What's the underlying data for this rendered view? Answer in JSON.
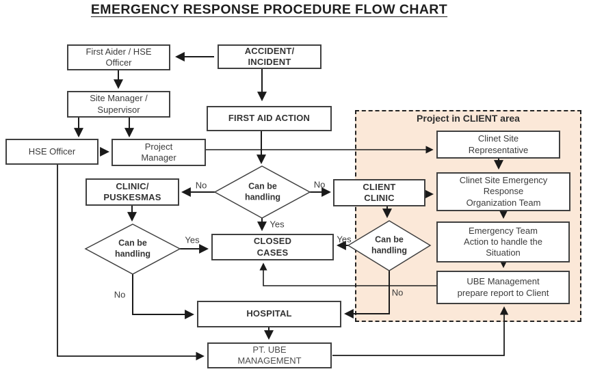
{
  "title": "EMERGENCY RESPONSE PROCEDURE FLOW CHART",
  "client_area_label": "Project in CLIENT area",
  "labels": {
    "yes": "Yes",
    "no": "No"
  },
  "nodes": {
    "first_aider": "First Aider / HSE\nOfficer",
    "accident": "ACCIDENT/\nINCIDENT",
    "site_manager": "Site Manager /\nSupervisor",
    "first_aid_action": "FIRST AID ACTION",
    "hse_officer": "HSE Officer",
    "project_manager": "Project\nManager",
    "clinic_puskesmas": "CLINIC/\nPUSKESMAS",
    "client_clinic": "CLIENT\nCLINIC",
    "can_be_handling": "Can be\nhandling",
    "closed_cases": "CLOSED\nCASES",
    "hospital": "HOSPITAL",
    "pt_ube_management": "PT. UBE\nMANAGEMENT",
    "client_site_rep": "Clinet Site\nRepresentative",
    "client_site_org": "Clinet Site Emergency\nResponse\nOrganization Team",
    "emergency_team": "Emergency Team\nAction to handle the\nSituation",
    "ube_management": "UBE Management\nprepare report to Client"
  },
  "colors": {
    "client_area_fill": "#fbe8d8",
    "box_border": "#3f3f3f",
    "line": "#1a1a1a",
    "text": "#3b3b3b"
  }
}
